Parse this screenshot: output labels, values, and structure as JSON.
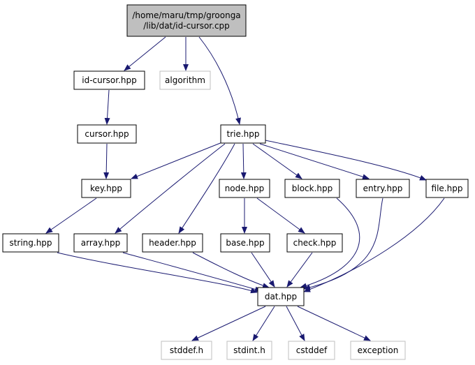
{
  "graph": {
    "edge_color": "#191970",
    "root_fill": "#bfbfbf",
    "system_border": "#bfbfbf",
    "nodes": [
      {
        "id": "root",
        "lines": [
          "/home/maru/tmp/groonga",
          "/lib/dat/id-cursor.cpp"
        ],
        "kind": "root"
      },
      {
        "id": "id_cursor",
        "lines": [
          "id-cursor.hpp"
        ],
        "kind": "local"
      },
      {
        "id": "algorithm",
        "lines": [
          "algorithm"
        ],
        "kind": "system"
      },
      {
        "id": "cursor",
        "lines": [
          "cursor.hpp"
        ],
        "kind": "local"
      },
      {
        "id": "trie",
        "lines": [
          "trie.hpp"
        ],
        "kind": "local"
      },
      {
        "id": "key",
        "lines": [
          "key.hpp"
        ],
        "kind": "local"
      },
      {
        "id": "node",
        "lines": [
          "node.hpp"
        ],
        "kind": "local"
      },
      {
        "id": "block",
        "lines": [
          "block.hpp"
        ],
        "kind": "local"
      },
      {
        "id": "entry",
        "lines": [
          "entry.hpp"
        ],
        "kind": "local"
      },
      {
        "id": "file",
        "lines": [
          "file.hpp"
        ],
        "kind": "local"
      },
      {
        "id": "string",
        "lines": [
          "string.hpp"
        ],
        "kind": "local"
      },
      {
        "id": "array",
        "lines": [
          "array.hpp"
        ],
        "kind": "local"
      },
      {
        "id": "header",
        "lines": [
          "header.hpp"
        ],
        "kind": "local"
      },
      {
        "id": "base",
        "lines": [
          "base.hpp"
        ],
        "kind": "local"
      },
      {
        "id": "check",
        "lines": [
          "check.hpp"
        ],
        "kind": "local"
      },
      {
        "id": "dat",
        "lines": [
          "dat.hpp"
        ],
        "kind": "local"
      },
      {
        "id": "stddef_h",
        "lines": [
          "stddef.h"
        ],
        "kind": "system"
      },
      {
        "id": "stdint_h",
        "lines": [
          "stdint.h"
        ],
        "kind": "system"
      },
      {
        "id": "cstddef",
        "lines": [
          "cstddef"
        ],
        "kind": "system"
      },
      {
        "id": "exception",
        "lines": [
          "exception"
        ],
        "kind": "system"
      }
    ],
    "edges": [
      {
        "from": "root",
        "to": "id_cursor"
      },
      {
        "from": "root",
        "to": "algorithm"
      },
      {
        "from": "root",
        "to": "trie"
      },
      {
        "from": "id_cursor",
        "to": "cursor"
      },
      {
        "from": "cursor",
        "to": "key"
      },
      {
        "from": "key",
        "to": "string"
      },
      {
        "from": "trie",
        "to": "key"
      },
      {
        "from": "trie",
        "to": "array"
      },
      {
        "from": "trie",
        "to": "header"
      },
      {
        "from": "trie",
        "to": "node"
      },
      {
        "from": "trie",
        "to": "block"
      },
      {
        "from": "trie",
        "to": "entry"
      },
      {
        "from": "trie",
        "to": "file"
      },
      {
        "from": "node",
        "to": "base"
      },
      {
        "from": "node",
        "to": "check"
      },
      {
        "from": "string",
        "to": "dat"
      },
      {
        "from": "array",
        "to": "dat"
      },
      {
        "from": "header",
        "to": "dat"
      },
      {
        "from": "base",
        "to": "dat"
      },
      {
        "from": "check",
        "to": "dat"
      },
      {
        "from": "block",
        "to": "dat"
      },
      {
        "from": "entry",
        "to": "dat"
      },
      {
        "from": "file",
        "to": "dat"
      },
      {
        "from": "dat",
        "to": "stddef_h"
      },
      {
        "from": "dat",
        "to": "stdint_h"
      },
      {
        "from": "dat",
        "to": "cstddef"
      },
      {
        "from": "dat",
        "to": "exception"
      }
    ]
  }
}
